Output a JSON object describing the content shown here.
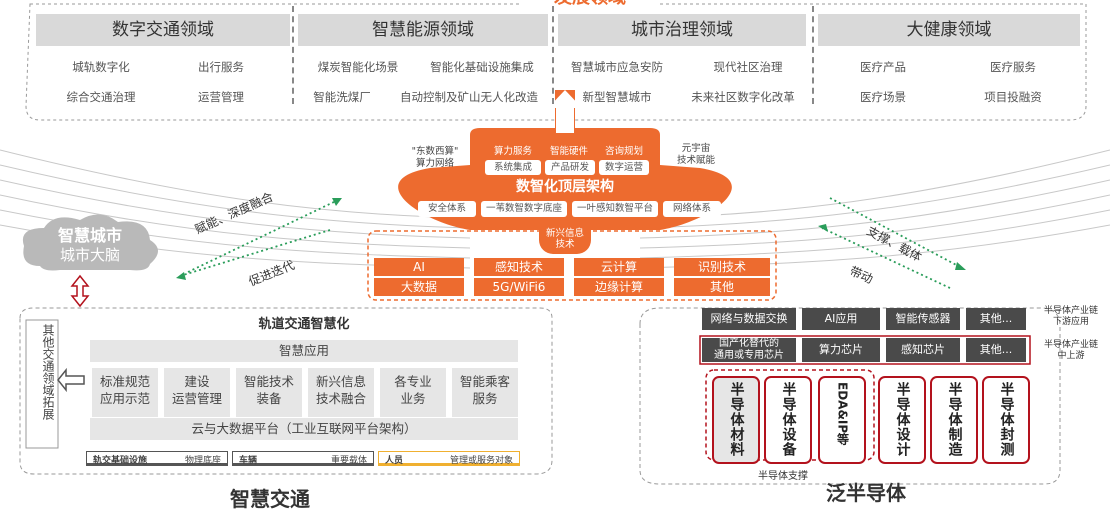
{
  "top_banner": "发展领域",
  "domains": [
    {
      "title": "数字交通领域",
      "items": [
        "城轨数字化",
        "出行服务",
        "综合交通治理",
        "运营管理"
      ]
    },
    {
      "title": "智慧能源领域",
      "items": [
        "煤炭智能化场景",
        "智能化基础设施集成",
        "智能洗煤厂",
        "自动控制及矿山无人化改造"
      ]
    },
    {
      "title": "城市治理领域",
      "items": [
        "智慧城市应急安防",
        "现代社区治理",
        "新型智慧城市",
        "未来社区数字化改革"
      ]
    },
    {
      "title": "大健康领域",
      "items": [
        "医疗产品",
        "医疗服务",
        "医疗场景",
        "项目投融资"
      ]
    }
  ],
  "arch": {
    "left_note": "\"东数西算\"\n算力网络",
    "right_note": "元宇宙\n技术赋能",
    "top_row1": [
      "算力服务",
      "智能硬件",
      "咨询规划"
    ],
    "top_row2": [
      "系统集成",
      "产品研发",
      "数字运营"
    ],
    "title": "数智化顶层架构",
    "row3": [
      "安全体系",
      "一苇数智数字底座",
      "一叶感知数智平台",
      "网络体系"
    ],
    "tech_label": "新兴信息\n技术",
    "tiles_row1": [
      "AI",
      "感知技术",
      "云计算",
      "识别技术"
    ],
    "tiles_row2": [
      "大数据",
      "5G/WiFi6",
      "边缘计算",
      "其他"
    ]
  },
  "city_brain": {
    "line1": "智慧城市",
    "line2": "城市大脑"
  },
  "left_arrows": {
    "upper": "赋能、深度融合",
    "lower": "促进迭代"
  },
  "right_arrows": {
    "upper": "支撑、载体",
    "lower": "带动"
  },
  "left_side_label": "其他交通领域拓展",
  "rail": {
    "title": "轨道交通智慧化",
    "app": "智慧应用",
    "boxes": [
      "标准规范\n应用示范",
      "建设\n运营管理",
      "智能技术\n装备",
      "新兴信息\n技术融合",
      "各专业\n业务",
      "智能乘客\n服务"
    ],
    "platform": "云与大数据平台（工业互联网平台架构）",
    "bottom": [
      {
        "k": "轨交基础设施",
        "v": "物理底座"
      },
      {
        "k": "车辆",
        "v": "重要载体"
      },
      {
        "k": "人员",
        "v": "管理或服务对象"
      }
    ],
    "caption": "智慧交通"
  },
  "semi": {
    "row1": [
      "网络与数据交换",
      "AI应用",
      "智能传感器",
      "其他..."
    ],
    "row1_note": "半导体产业链\n下游应用",
    "row2": [
      "国产化替代的\n通用或专用芯片",
      "算力芯片",
      "感知芯片",
      "其他..."
    ],
    "row2_note": "半导体产业链\n中上游",
    "vboxes": [
      "半导体材料",
      "半导体设备",
      "EDA&IP等",
      "半导体设计",
      "半导体制造",
      "半导体封测"
    ],
    "support": "半导体支撑",
    "caption": "泛半导体"
  },
  "colors": {
    "orange": "#ed6b2f",
    "dark": "#4a4a4a",
    "red": "#b3121d",
    "gray": "#d9d9d9"
  }
}
